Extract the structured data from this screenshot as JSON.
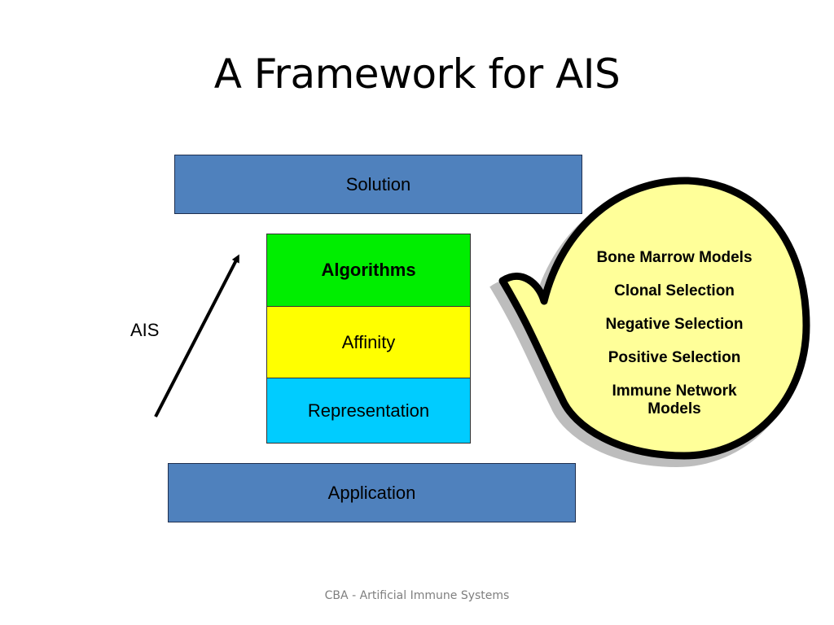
{
  "slide": {
    "title": "A Framework for AIS",
    "footer": "CBA - Artificial Immune Systems"
  },
  "diagram": {
    "solution_label": "Solution",
    "application_label": "Application",
    "layers": {
      "algorithms": "Algorithms",
      "affinity": "Affinity",
      "representation": "Representation"
    },
    "arrow_label": "AIS",
    "callout_items": [
      "Bone Marrow Models",
      "Clonal Selection",
      "Negative Selection",
      "Positive Selection",
      "Immune Network Models"
    ],
    "colors": {
      "outer_box": "#4f81bd",
      "algorithms": "#00ee00",
      "affinity": "#ffff00",
      "representation": "#00ccff",
      "callout_fill": "#ffff99"
    }
  }
}
